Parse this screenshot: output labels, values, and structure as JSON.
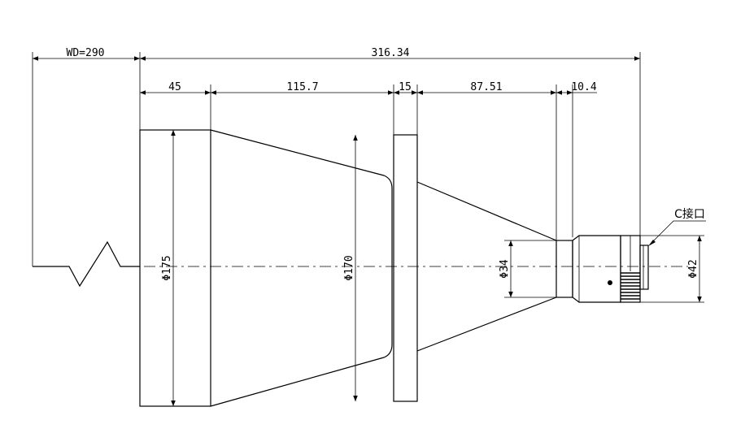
{
  "dimensions": {
    "wd": "WD=290",
    "total": "316.34",
    "seg1": "45",
    "seg2": "115.7",
    "seg3": "15",
    "seg4": "87.51",
    "seg5": "10.4"
  },
  "diameters": {
    "d175": "Φ175",
    "d170": "Φ170",
    "d34": "Φ34",
    "d42": "Φ42"
  },
  "labels": {
    "c_mount": "C接口"
  }
}
